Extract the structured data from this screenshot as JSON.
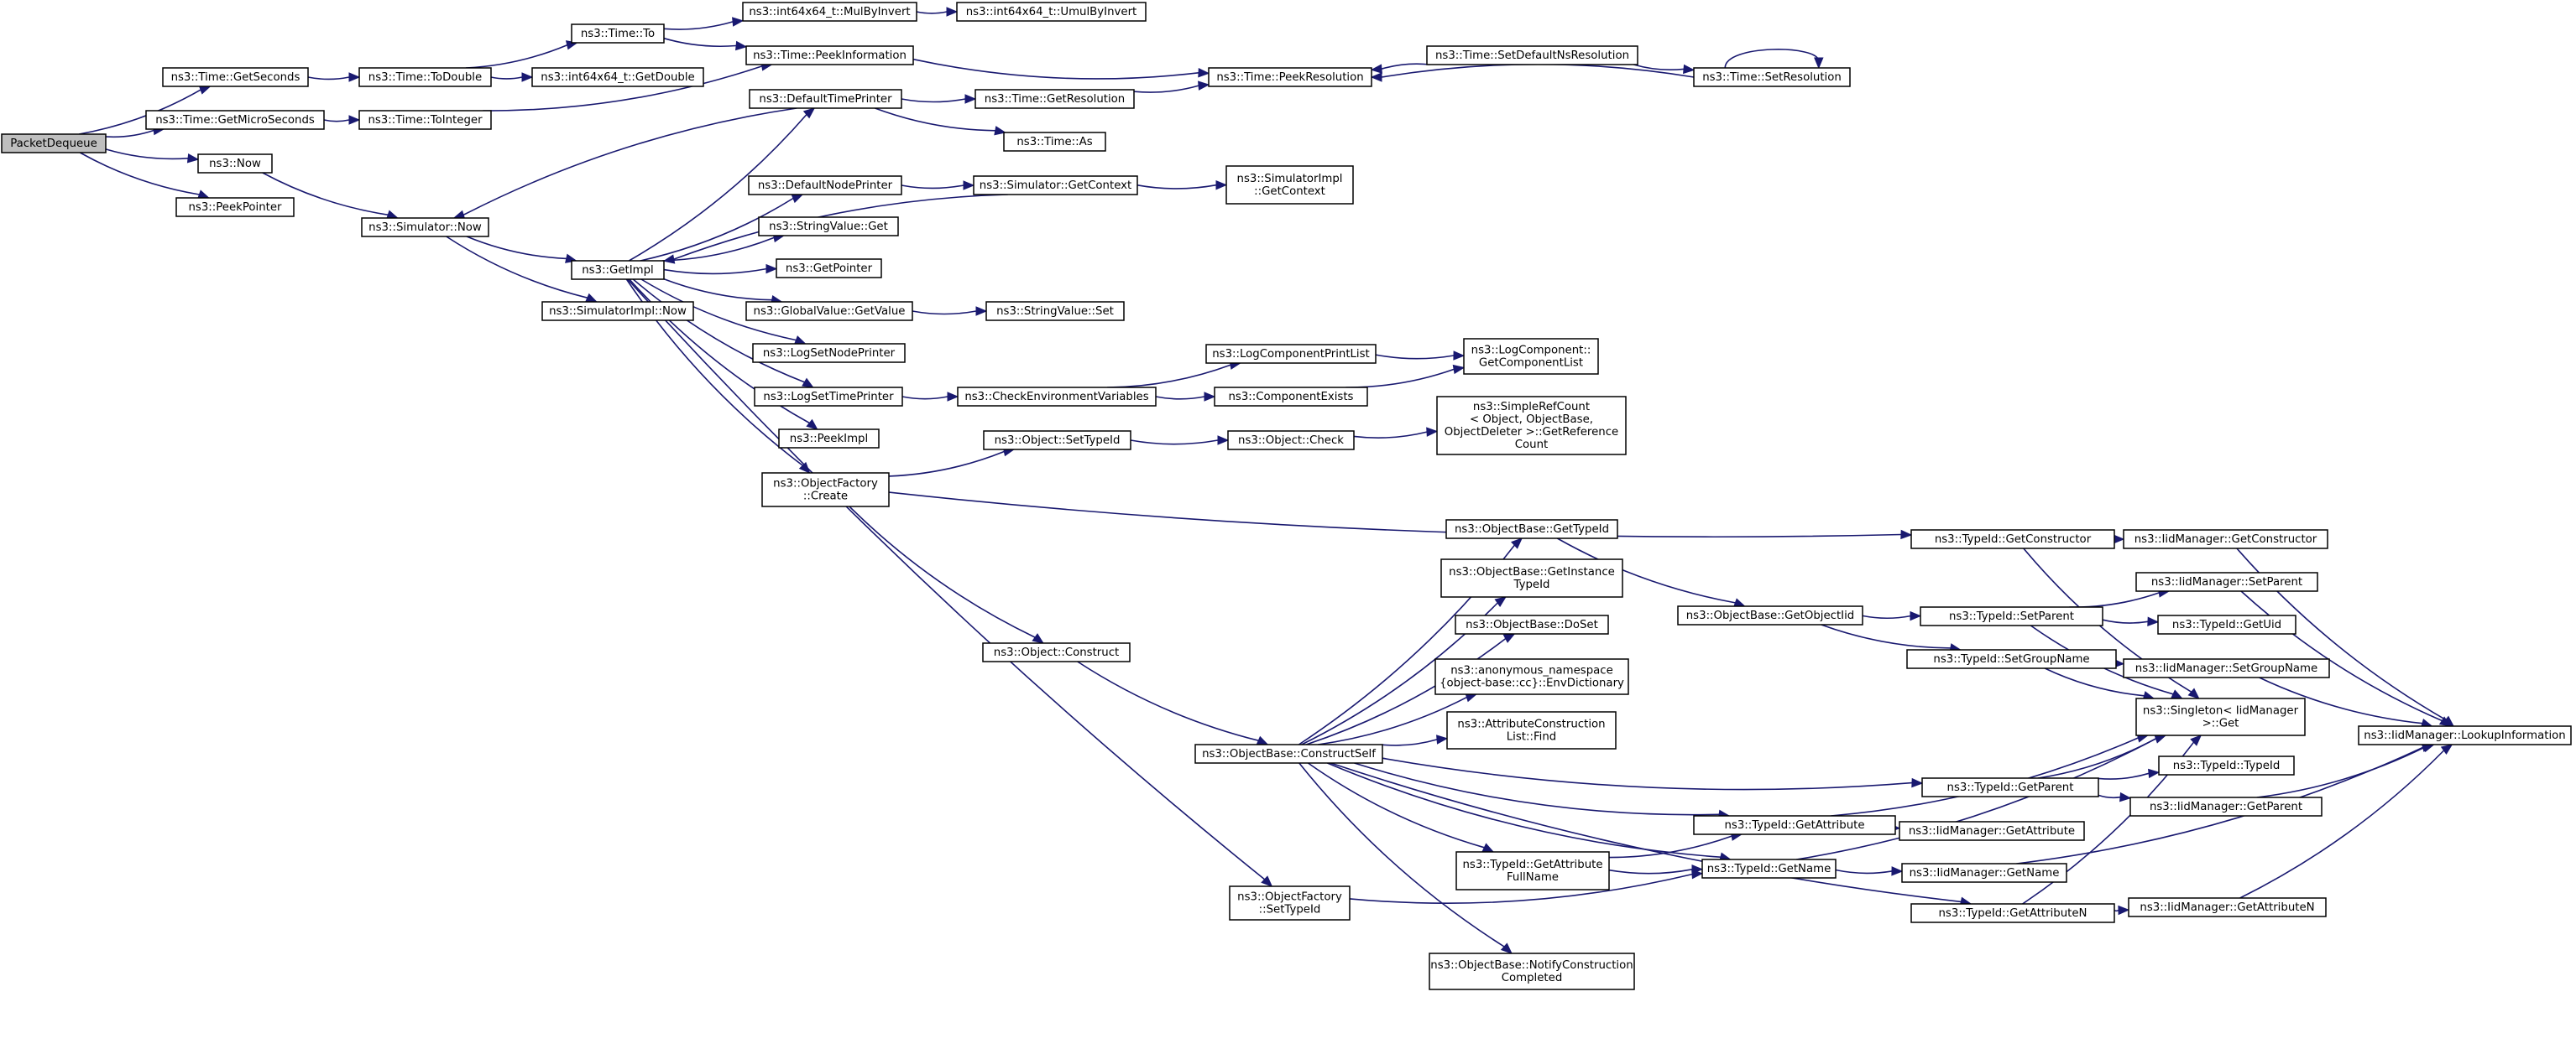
{
  "diagram": {
    "type": "call-graph",
    "colors": {
      "edge": "#191970",
      "root_fill": "#bfbfbf",
      "node_fill": "#ffffff",
      "node_border": "#000000"
    },
    "nodes": [
      {
        "id": "root",
        "lines": [
          "PacketDequeue"
        ],
        "root": true
      },
      {
        "id": "getSeconds",
        "lines": [
          "ns3::Time::GetSeconds"
        ]
      },
      {
        "id": "getMicro",
        "lines": [
          "ns3::Time::GetMicroSeconds"
        ]
      },
      {
        "id": "now",
        "lines": [
          "ns3::Now"
        ]
      },
      {
        "id": "peekPtr",
        "lines": [
          "ns3::PeekPointer"
        ]
      },
      {
        "id": "toDouble",
        "lines": [
          "ns3::Time::ToDouble"
        ]
      },
      {
        "id": "toInteger",
        "lines": [
          "ns3::Time::ToInteger"
        ]
      },
      {
        "id": "simNow",
        "lines": [
          "ns3::Simulator::Now"
        ]
      },
      {
        "id": "timeTo",
        "lines": [
          "ns3::Time::To"
        ]
      },
      {
        "id": "getDouble",
        "lines": [
          "ns3::int64x64_t::GetDouble"
        ]
      },
      {
        "id": "mulByInvert",
        "lines": [
          "ns3::int64x64_t::MulByInvert"
        ]
      },
      {
        "id": "umulByInvert",
        "lines": [
          "ns3::int64x64_t::UmulByInvert"
        ]
      },
      {
        "id": "peekInfo",
        "lines": [
          "ns3::Time::PeekInformation"
        ]
      },
      {
        "id": "getImpl",
        "lines": [
          "ns3::GetImpl"
        ]
      },
      {
        "id": "simImplNow",
        "lines": [
          "ns3::SimulatorImpl::Now"
        ]
      },
      {
        "id": "defTimePrinter",
        "lines": [
          "ns3::DefaultTimePrinter"
        ]
      },
      {
        "id": "defNodePrinter",
        "lines": [
          "ns3::DefaultNodePrinter"
        ]
      },
      {
        "id": "strValGet",
        "lines": [
          "ns3::StringValue::Get"
        ]
      },
      {
        "id": "getPointer",
        "lines": [
          "ns3::GetPointer"
        ]
      },
      {
        "id": "gvGetValue",
        "lines": [
          "ns3::GlobalValue::GetValue"
        ]
      },
      {
        "id": "logSetNode",
        "lines": [
          "ns3::LogSetNodePrinter"
        ]
      },
      {
        "id": "logSetTime",
        "lines": [
          "ns3::LogSetTimePrinter"
        ]
      },
      {
        "id": "peekImpl",
        "lines": [
          "ns3::PeekImpl"
        ]
      },
      {
        "id": "ofCreate",
        "lines": [
          "ns3::ObjectFactory",
          "::Create"
        ]
      },
      {
        "id": "ofSetTypeId",
        "lines": [
          "ns3::ObjectFactory",
          "::SetTypeId"
        ]
      },
      {
        "id": "getResolution",
        "lines": [
          "ns3::Time::GetResolution"
        ]
      },
      {
        "id": "timeAs",
        "lines": [
          "ns3::Time::As"
        ]
      },
      {
        "id": "simGetContext",
        "lines": [
          "ns3::Simulator::GetContext"
        ]
      },
      {
        "id": "strValSet",
        "lines": [
          "ns3::StringValue::Set"
        ]
      },
      {
        "id": "checkEnv",
        "lines": [
          "ns3::CheckEnvironmentVariables"
        ]
      },
      {
        "id": "objSetTypeId",
        "lines": [
          "ns3::Object::SetTypeId"
        ]
      },
      {
        "id": "objConstruct",
        "lines": [
          "ns3::Object::Construct"
        ]
      },
      {
        "id": "peekResolution",
        "lines": [
          "ns3::Time::PeekResolution"
        ]
      },
      {
        "id": "simImplGetContext",
        "lines": [
          "ns3::SimulatorImpl",
          "::GetContext"
        ]
      },
      {
        "id": "logCompPrintList",
        "lines": [
          "ns3::LogComponentPrintList"
        ]
      },
      {
        "id": "compExists",
        "lines": [
          "ns3::ComponentExists"
        ]
      },
      {
        "id": "objCheck",
        "lines": [
          "ns3::Object::Check"
        ]
      },
      {
        "id": "setDefaultNsRes",
        "lines": [
          "ns3::Time::SetDefaultNsResolution"
        ]
      },
      {
        "id": "logCompGetList",
        "lines": [
          "ns3::LogComponent::",
          "GetComponentList"
        ]
      },
      {
        "id": "simpleRefCount",
        "lines": [
          "ns3::SimpleRefCount",
          "< Object, ObjectBase,",
          "ObjectDeleter >::GetReference",
          "Count"
        ]
      },
      {
        "id": "setResolution",
        "lines": [
          "ns3::Time::SetResolution"
        ]
      },
      {
        "id": "obGetTypeId",
        "lines": [
          "ns3::ObjectBase::GetTypeId"
        ]
      },
      {
        "id": "obGetInstTypeId",
        "lines": [
          "ns3::ObjectBase::GetInstance",
          "TypeId"
        ]
      },
      {
        "id": "obDoSet",
        "lines": [
          "ns3::ObjectBase::DoSet"
        ]
      },
      {
        "id": "anonEnvDict",
        "lines": [
          "ns3::anonymous_namespace",
          "{object-base::cc}::EnvDictionary"
        ]
      },
      {
        "id": "attrConstFind",
        "lines": [
          "ns3::AttributeConstruction",
          "List::Find"
        ]
      },
      {
        "id": "obConstructSelf",
        "lines": [
          "ns3::ObjectBase::ConstructSelf"
        ]
      },
      {
        "id": "tidGetAttrFullName",
        "lines": [
          "ns3::TypeId::GetAttribute",
          "FullName"
        ]
      },
      {
        "id": "obNotifyConst",
        "lines": [
          "ns3::ObjectBase::NotifyConstruction",
          "Completed"
        ]
      },
      {
        "id": "obGetObjectIid",
        "lines": [
          "ns3::ObjectBase::GetObjectIid"
        ]
      },
      {
        "id": "tidGetAttr",
        "lines": [
          "ns3::TypeId::GetAttribute"
        ]
      },
      {
        "id": "tidGetName",
        "lines": [
          "ns3::TypeId::GetName"
        ]
      },
      {
        "id": "tidGetCtor",
        "lines": [
          "ns3::TypeId::GetConstructor"
        ]
      },
      {
        "id": "tidSetParent",
        "lines": [
          "ns3::TypeId::SetParent"
        ]
      },
      {
        "id": "tidSetGroupName",
        "lines": [
          "ns3::TypeId::SetGroupName"
        ]
      },
      {
        "id": "tidGetParent",
        "lines": [
          "ns3::TypeId::GetParent"
        ]
      },
      {
        "id": "tidGetAttrN",
        "lines": [
          "ns3::TypeId::GetAttributeN"
        ]
      },
      {
        "id": "imGetCtor",
        "lines": [
          "ns3::IidManager::GetConstructor"
        ]
      },
      {
        "id": "imSetParent",
        "lines": [
          "ns3::IidManager::SetParent"
        ]
      },
      {
        "id": "tidGetUid",
        "lines": [
          "ns3::TypeId::GetUid"
        ]
      },
      {
        "id": "imSetGroupName",
        "lines": [
          "ns3::IidManager::SetGroupName"
        ]
      },
      {
        "id": "singletonGet",
        "lines": [
          "ns3::Singleton< IidManager",
          "  >::Get"
        ]
      },
      {
        "id": "tidTypeId",
        "lines": [
          "ns3::TypeId::TypeId"
        ]
      },
      {
        "id": "imGetParent",
        "lines": [
          "ns3::IidManager::GetParent"
        ]
      },
      {
        "id": "imGetAttr",
        "lines": [
          "ns3::IidManager::GetAttribute"
        ]
      },
      {
        "id": "imGetName",
        "lines": [
          "ns3::IidManager::GetName"
        ]
      },
      {
        "id": "imGetAttrN",
        "lines": [
          "ns3::IidManager::GetAttributeN"
        ]
      },
      {
        "id": "imLookup",
        "lines": [
          "ns3::IidManager::LookupInformation"
        ]
      }
    ],
    "edges": [
      [
        "root",
        "getSeconds"
      ],
      [
        "root",
        "getMicro"
      ],
      [
        "root",
        "now"
      ],
      [
        "root",
        "peekPtr"
      ],
      [
        "getSeconds",
        "toDouble"
      ],
      [
        "getMicro",
        "toInteger"
      ],
      [
        "now",
        "simNow"
      ],
      [
        "toDouble",
        "timeTo"
      ],
      [
        "toDouble",
        "getDouble"
      ],
      [
        "toInteger",
        "peekInfo"
      ],
      [
        "timeTo",
        "mulByInvert"
      ],
      [
        "timeTo",
        "peekInfo"
      ],
      [
        "mulByInvert",
        "umulByInvert"
      ],
      [
        "peekInfo",
        "peekResolution"
      ],
      [
        "simNow",
        "getImpl"
      ],
      [
        "simNow",
        "simImplNow"
      ],
      [
        "getImpl",
        "defTimePrinter"
      ],
      [
        "getImpl",
        "defNodePrinter"
      ],
      [
        "getImpl",
        "strValGet"
      ],
      [
        "getImpl",
        "getPointer"
      ],
      [
        "getImpl",
        "gvGetValue"
      ],
      [
        "getImpl",
        "logSetNode"
      ],
      [
        "getImpl",
        "logSetTime"
      ],
      [
        "getImpl",
        "peekImpl"
      ],
      [
        "getImpl",
        "ofCreate"
      ],
      [
        "getImpl",
        "ofSetTypeId"
      ],
      [
        "defTimePrinter",
        "simNow"
      ],
      [
        "defTimePrinter",
        "getResolution"
      ],
      [
        "defTimePrinter",
        "timeAs"
      ],
      [
        "simGetContext",
        "getImpl"
      ],
      [
        "defNodePrinter",
        "simGetContext"
      ],
      [
        "simGetContext",
        "simImplGetContext"
      ],
      [
        "gvGetValue",
        "strValSet"
      ],
      [
        "logSetTime",
        "checkEnv"
      ],
      [
        "checkEnv",
        "logCompPrintList"
      ],
      [
        "checkEnv",
        "compExists"
      ],
      [
        "logCompPrintList",
        "logCompGetList"
      ],
      [
        "compExists",
        "logCompGetList"
      ],
      [
        "getResolution",
        "peekResolution"
      ],
      [
        "setDefaultNsRes",
        "peekResolution"
      ],
      [
        "setDefaultNsRes",
        "setResolution"
      ],
      [
        "setResolution",
        "peekResolution"
      ],
      [
        "setResolution",
        "setResolution"
      ],
      [
        "ofCreate",
        "objSetTypeId"
      ],
      [
        "ofCreate",
        "tidGetCtor"
      ],
      [
        "ofCreate",
        "objConstruct"
      ],
      [
        "objSetTypeId",
        "objCheck"
      ],
      [
        "objCheck",
        "simpleRefCount"
      ],
      [
        "objConstruct",
        "obConstructSelf"
      ],
      [
        "obConstructSelf",
        "obGetTypeId"
      ],
      [
        "obConstructSelf",
        "obGetInstTypeId"
      ],
      [
        "obConstructSelf",
        "obDoSet"
      ],
      [
        "obConstructSelf",
        "anonEnvDict"
      ],
      [
        "obConstructSelf",
        "attrConstFind"
      ],
      [
        "obConstructSelf",
        "tidGetParent"
      ],
      [
        "obConstructSelf",
        "tidGetAttr"
      ],
      [
        "obConstructSelf",
        "tidGetAttrFullName"
      ],
      [
        "obConstructSelf",
        "tidGetName"
      ],
      [
        "obConstructSelf",
        "obNotifyConst"
      ],
      [
        "obConstructSelf",
        "tidGetAttrN"
      ],
      [
        "obGetTypeId",
        "obGetObjectIid"
      ],
      [
        "obGetObjectIid",
        "tidSetParent"
      ],
      [
        "obGetObjectIid",
        "tidSetGroupName"
      ],
      [
        "tidGetAttrFullName",
        "tidGetAttr"
      ],
      [
        "tidGetAttrFullName",
        "tidGetName"
      ],
      [
        "ofSetTypeId",
        "tidGetName"
      ],
      [
        "tidGetCtor",
        "imGetCtor"
      ],
      [
        "tidGetCtor",
        "singletonGet"
      ],
      [
        "tidSetParent",
        "imSetParent"
      ],
      [
        "tidSetParent",
        "tidGetUid"
      ],
      [
        "tidSetParent",
        "singletonGet"
      ],
      [
        "tidSetGroupName",
        "imSetGroupName"
      ],
      [
        "tidSetGroupName",
        "singletonGet"
      ],
      [
        "tidGetParent",
        "tidTypeId"
      ],
      [
        "tidGetParent",
        "imGetParent"
      ],
      [
        "tidGetParent",
        "singletonGet"
      ],
      [
        "tidGetAttr",
        "imGetAttr"
      ],
      [
        "tidGetAttr",
        "singletonGet"
      ],
      [
        "tidGetName",
        "imGetName"
      ],
      [
        "tidGetName",
        "singletonGet"
      ],
      [
        "tidGetAttrN",
        "imGetAttrN"
      ],
      [
        "tidGetAttrN",
        "singletonGet"
      ],
      [
        "imGetCtor",
        "imLookup"
      ],
      [
        "imSetParent",
        "imLookup"
      ],
      [
        "imSetGroupName",
        "imLookup"
      ],
      [
        "imGetParent",
        "imLookup"
      ],
      [
        "imGetName",
        "imLookup"
      ],
      [
        "imGetAttrN",
        "imLookup"
      ]
    ]
  }
}
